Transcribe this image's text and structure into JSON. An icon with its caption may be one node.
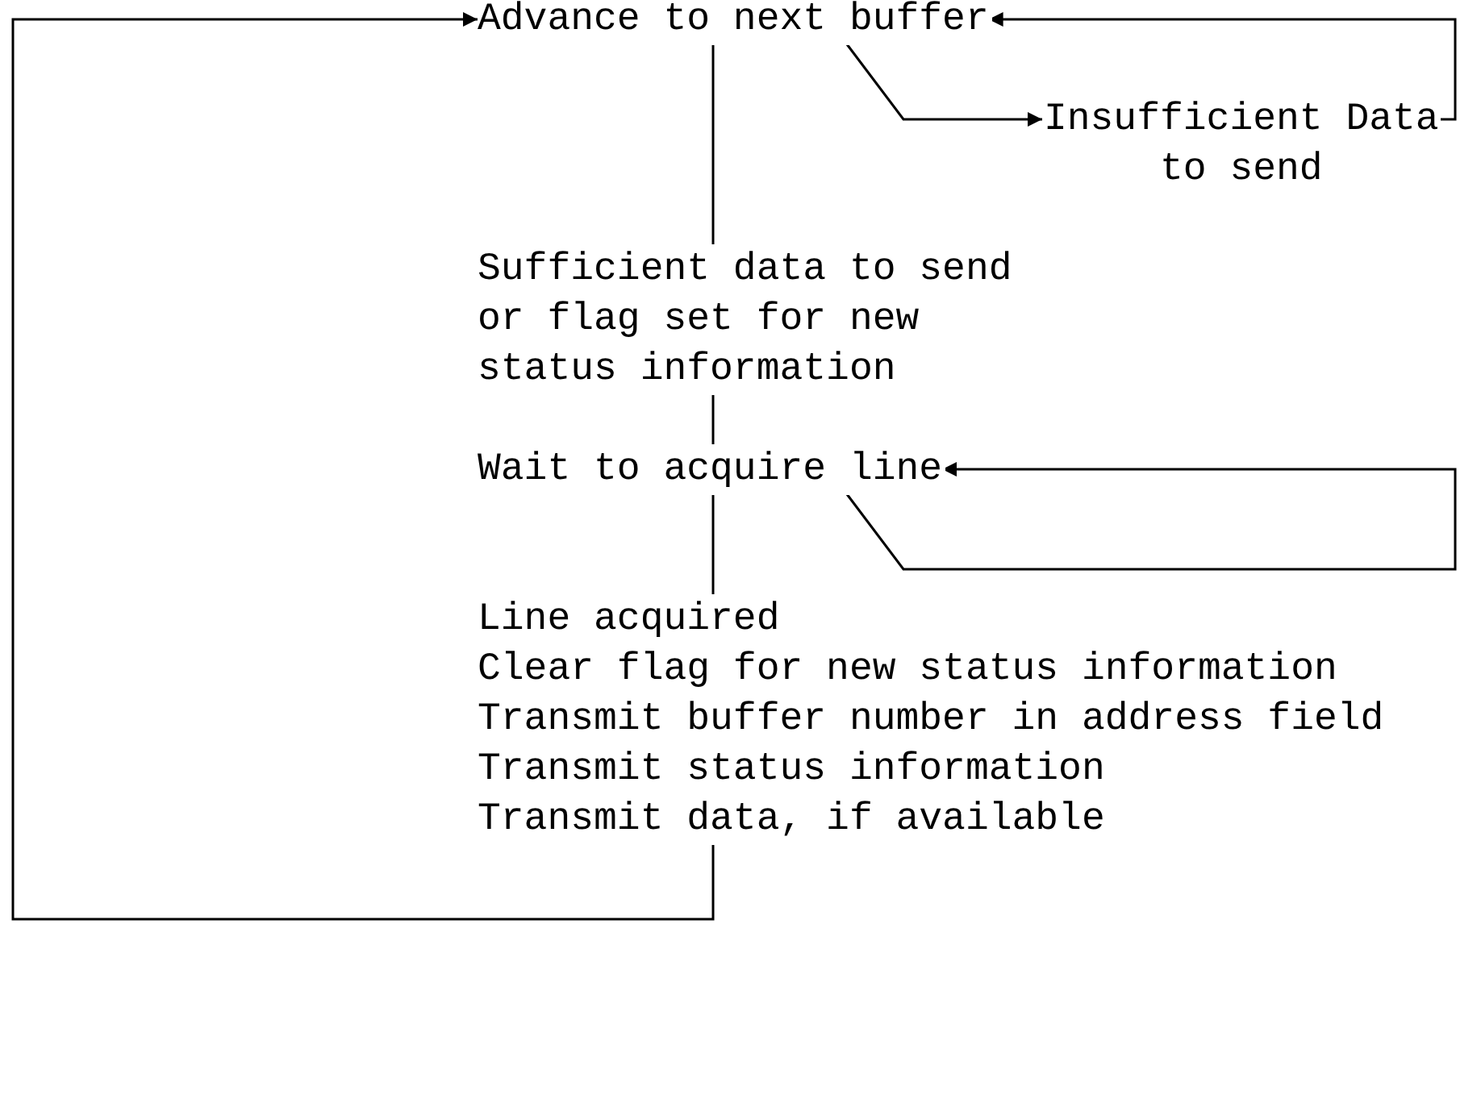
{
  "diagram": {
    "nodes": [
      {
        "text": [
          "Advance to next buffer"
        ]
      },
      {
        "text": [
          "Insufficient Data to send"
        ]
      },
      {
        "text": [
          "Sufficient data to send or flag set for new status information"
        ]
      },
      {
        "text": [
          "Wait to acquire line"
        ]
      },
      {
        "text": [
          "Line acquired",
          "Clear flag for new status information",
          "Transmit buffer number in address field",
          "Transmit status information",
          "Transmit data, if available"
        ]
      }
    ],
    "edges": [
      {
        "from": 0,
        "to": 2,
        "arrow": "none"
      },
      {
        "from": 0,
        "to": 1,
        "arrow": "to"
      },
      {
        "from": 1,
        "to": 0,
        "arrow": "to"
      },
      {
        "from": 2,
        "to": 3,
        "arrow": "none"
      },
      {
        "from": 3,
        "to": 3,
        "arrow": "to"
      },
      {
        "from": 3,
        "to": 4,
        "arrow": "none"
      },
      {
        "from": 4,
        "to": 0,
        "arrow": "to"
      }
    ]
  }
}
